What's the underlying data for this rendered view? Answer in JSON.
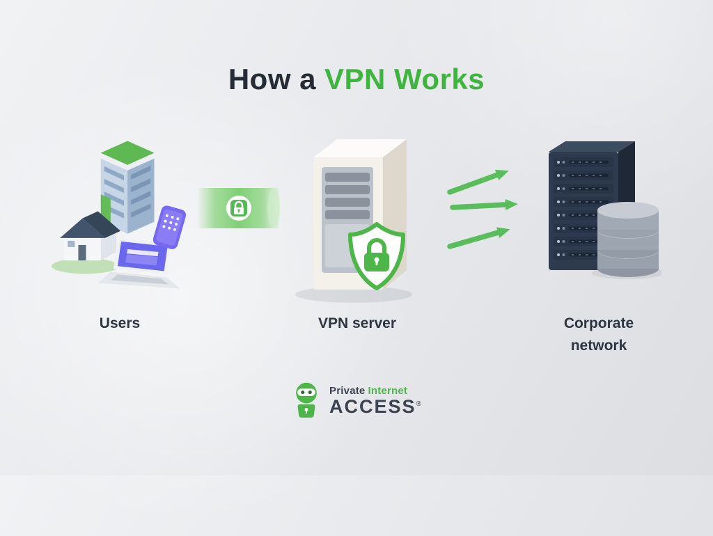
{
  "title": {
    "prefix": "How a",
    "highlight": "VPN Works"
  },
  "diagram": {
    "users": {
      "label": "Users"
    },
    "vpn_server": {
      "label": "VPN server"
    },
    "corporate": {
      "label": "Corporate network"
    }
  },
  "footer": {
    "brand_private": "Private",
    "brand_internet": "Internet",
    "brand_access": "ACCESS",
    "registered": "®"
  },
  "icons": {
    "users_illustration": "house-building-laptop-smartphone",
    "tunnel_icon": "encrypted-tunnel-with-lock",
    "vpn_server_illustration": "server-tower-with-shield-lock",
    "arrows_icon": "three-green-arrows-right",
    "corporate_illustration": "server-rack-and-database",
    "brand_icon": "pia-robot-lock-mascot"
  },
  "colors": {
    "accent_green": "#4cb649",
    "tunnel_green": "#8fd987",
    "heading_dark": "#262c35",
    "label_dark": "#2e3440",
    "server_cream": "#f4f1ea",
    "rack_navy": "#2e3b4f",
    "database_gray": "#9aa3ae",
    "device_purple": "#7668ef",
    "background_gray": "#e7e9ec"
  }
}
